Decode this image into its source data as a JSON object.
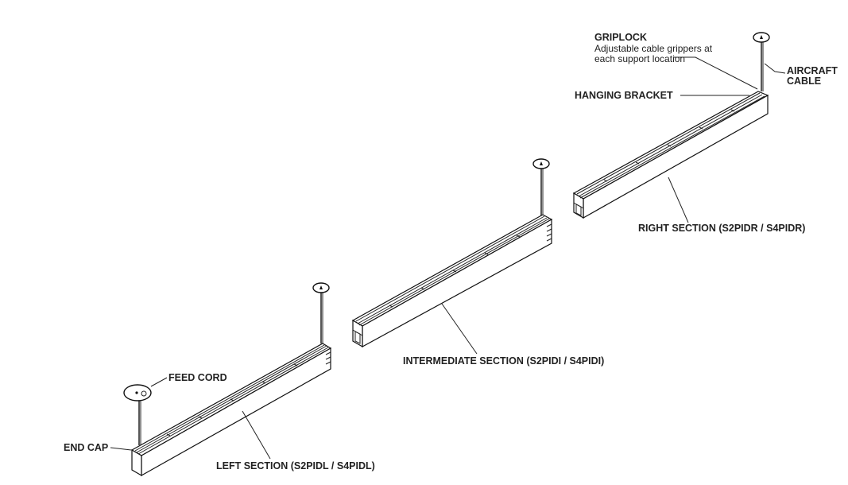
{
  "labels": {
    "griplock_title": "GRIPLOCK",
    "griplock_desc_1": "Adjustable cable grippers at",
    "griplock_desc_2": "each support location",
    "aircraft_cable_1": "AIRCRAFT",
    "aircraft_cable_2": "CABLE",
    "hanging_bracket": "HANGING BRACKET",
    "right_section": "RIGHT SECTION (S2PIDR / S4PIDR)",
    "intermediate_section": "INTERMEDIATE SECTION (S2PIDI / S4PIDI)",
    "left_section": "LEFT SECTION (S2PIDL / S4PIDL)",
    "feed_cord": "FEED CORD",
    "end_cap": "END CAP"
  }
}
